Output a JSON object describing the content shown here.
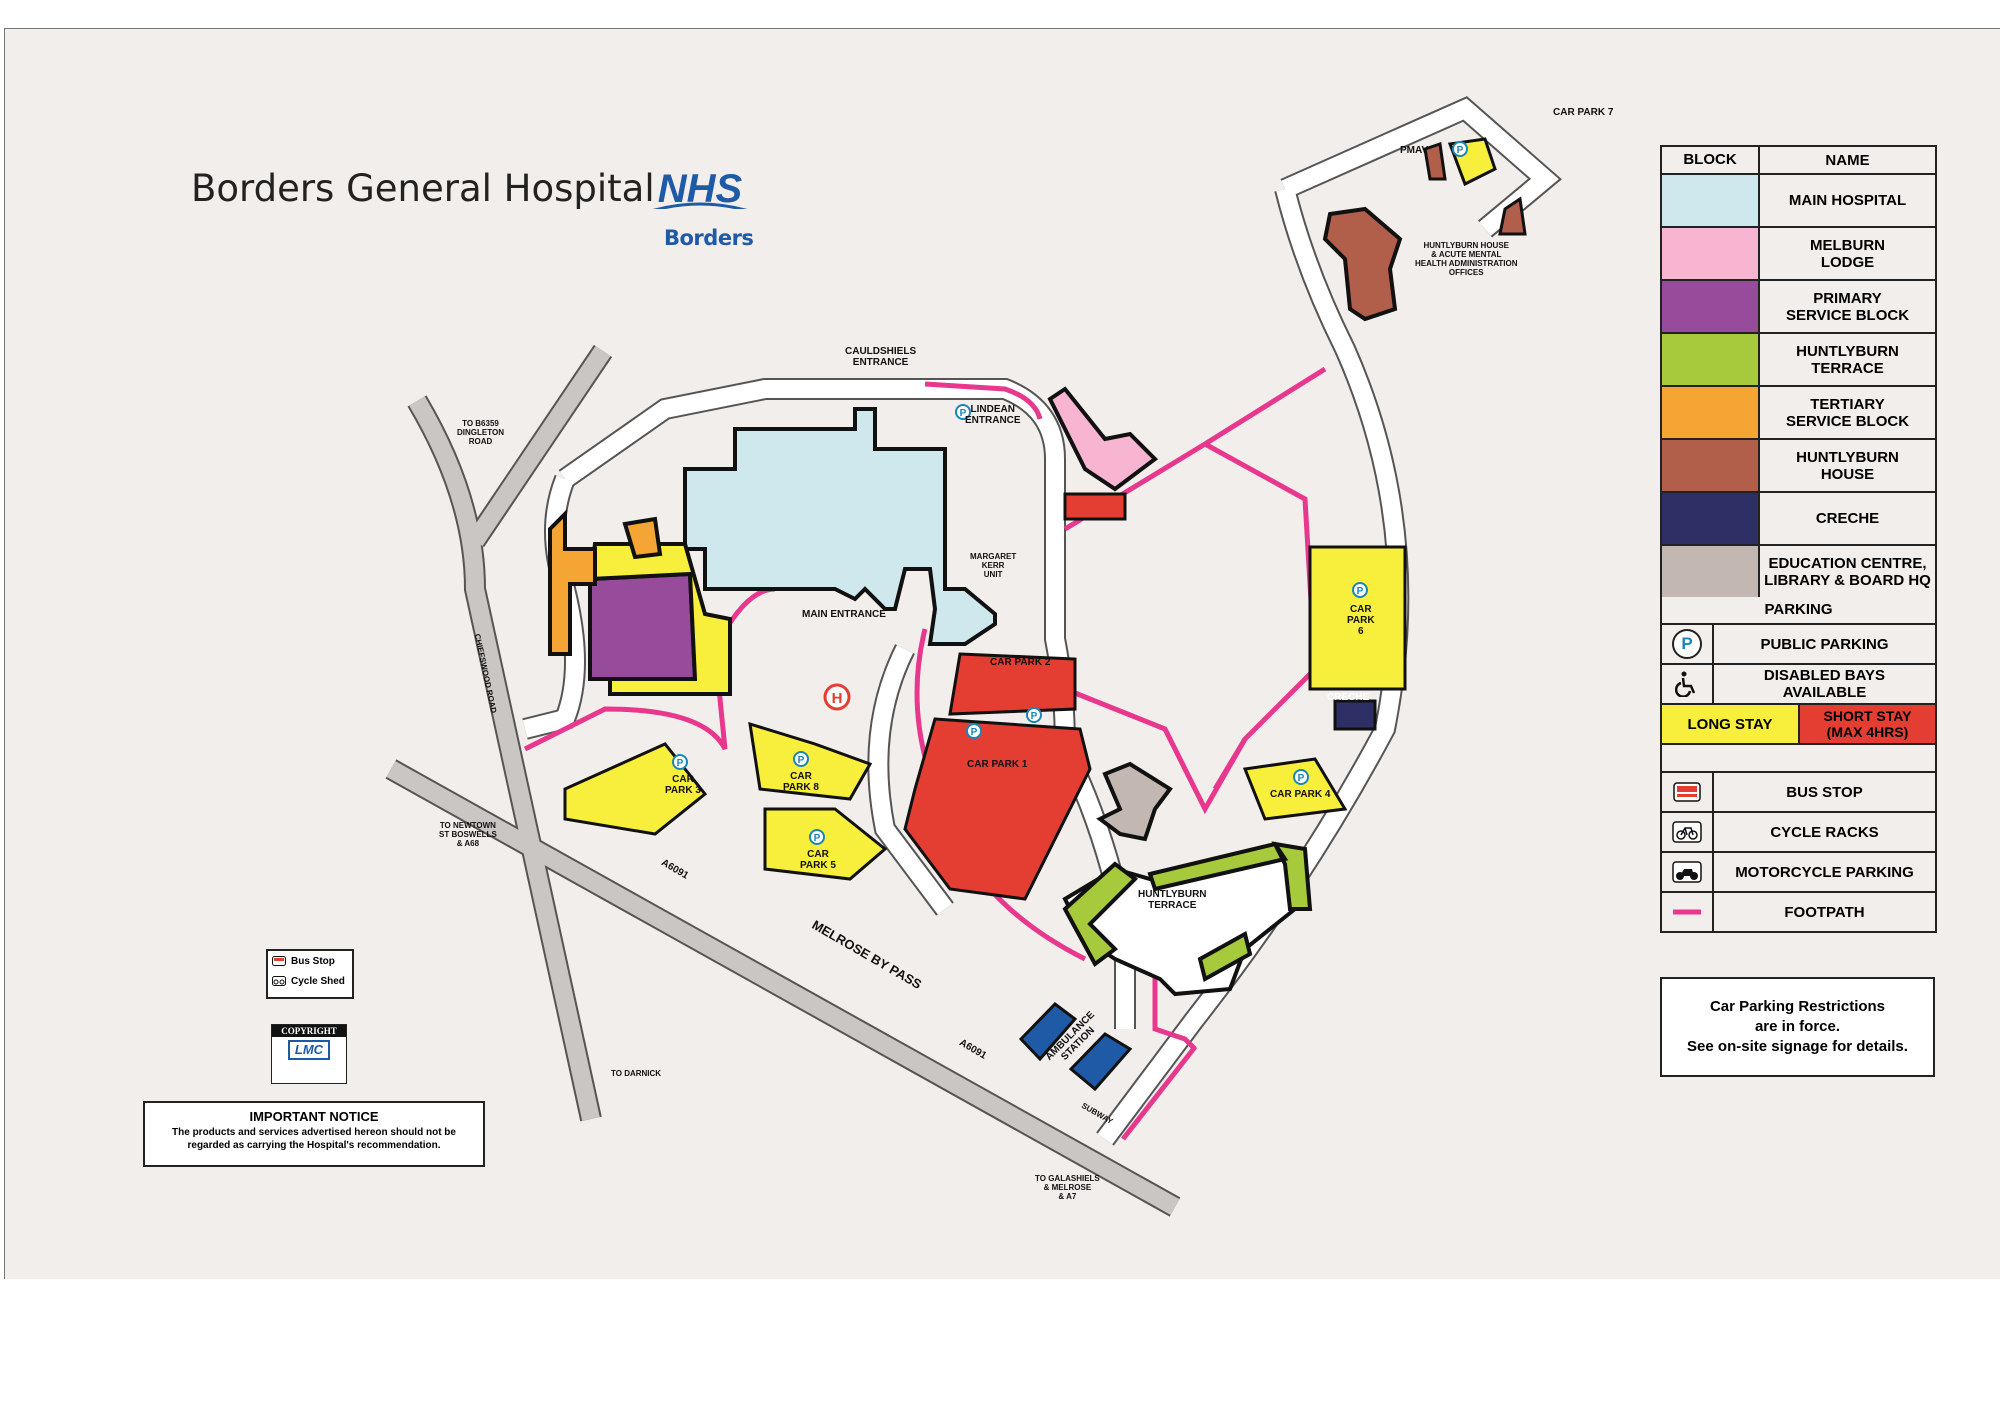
{
  "title": "Borders General Hospital",
  "logo": {
    "nhs": "NHS",
    "sub": "Borders"
  },
  "colors": {
    "background": "#f2eeec",
    "main_hospital": "#cfe8ee",
    "melburn_lodge": "#f7b5d2",
    "primary_service": "#964c9a",
    "huntlyburn_terrace": "#a7c93c",
    "tertiary_service": "#f5a533",
    "huntlyburn_house": "#b15f4a",
    "creche": "#2e2f64",
    "education_centre": "#c2b8b1",
    "long_stay": "#f8ee3c",
    "short_stay": "#e43d32",
    "footpath": "#e8388d",
    "road": "#c9c6c4",
    "nhs_blue": "#1f5aa6",
    "parking_blue": "#1a86b8"
  },
  "labels": {
    "cauldshiels": "CAULDSHIELS\nENTRANCE",
    "lindean": "LINDEAN\nENTRANCE",
    "main_entrance": "MAIN ENTRANCE",
    "margaret_kerr": "MARGARET\nKERR\nUNIT",
    "car_park_1": "CAR PARK 1",
    "car_park_2": "CAR PARK 2",
    "car_park_3": "CAR\nPARK 3",
    "car_park_4": "CAR PARK 4",
    "car_park_5": "CAR\nPARK 5",
    "car_park_6": "CAR\nPARK\n6",
    "car_park_7": "CAR PARK 7",
    "car_park_8": "CAR\nPARK 8",
    "pmav": "PMAV",
    "huntlyburn_house": "HUNTLYBURN HOUSE\n& ACUTE MENTAL\nHEALTH ADMINISTRATION\nOFFICES",
    "huntlyburn_terrace": "HUNTLYBURN\nTERRACE",
    "creche": "CRECHE",
    "ambulance": "AMBULANCE\nSTATION",
    "to_b6359": "TO B6359\nDINGLETON\nROAD",
    "chiefswood": "CHIEFSWOOD ROAD",
    "to_newtown": "TO NEWTOWN\nST BOSWELLS\n& A68",
    "a6091_1": "A6091",
    "a6091_2": "A6091",
    "melrose": "MELROSE BY PASS",
    "to_darnick": "TO DARNICK",
    "to_galashiels": "TO GALASHIELS\n& MELROSE\n& A7",
    "subway": "SUBWAY"
  },
  "legend": {
    "col_block": "BLOCK",
    "col_name": "NAME",
    "blocks": [
      {
        "name": "MAIN HOSPITAL",
        "color": "#cfe8ee"
      },
      {
        "name": "MELBURN\nLODGE",
        "color": "#f7b5d2"
      },
      {
        "name": "PRIMARY\nSERVICE BLOCK",
        "color": "#964c9a"
      },
      {
        "name": "HUNTLYBURN\nTERRACE",
        "color": "#a7c93c"
      },
      {
        "name": "TERTIARY\nSERVICE BLOCK",
        "color": "#f5a533"
      },
      {
        "name": "HUNTLYBURN\nHOUSE",
        "color": "#b15f4a"
      },
      {
        "name": "CRECHE",
        "color": "#2e2f64"
      },
      {
        "name": "EDUCATION CENTRE,\nLIBRARY & BOARD HQ",
        "color": "#c2b8b1"
      }
    ],
    "parking_header": "PARKING",
    "public_parking": "PUBLIC PARKING",
    "p_symbol": "P",
    "disabled": "DISABLED BAYS\nAVAILABLE",
    "long_stay": "LONG STAY",
    "short_stay": "SHORT STAY\n(MAX 4HRS)",
    "bus_stop": "BUS STOP",
    "cycle_racks": "CYCLE RACKS",
    "motorcycle": "MOTORCYCLE PARKING",
    "footpath": "FOOTPATH"
  },
  "restrictions": "Car Parking Restrictions\nare in force.\nSee on-site signage for details.",
  "notice": {
    "heading": "IMPORTANT NOTICE",
    "body": "The products and services advertised hereon should not be\nregarded as carrying the Hospital's recommendation."
  },
  "key": {
    "bus": "Bus Stop",
    "cycle": "Cycle Shed"
  },
  "copyright": {
    "heading": "COPYRIGHT",
    "logo": "LMC"
  }
}
